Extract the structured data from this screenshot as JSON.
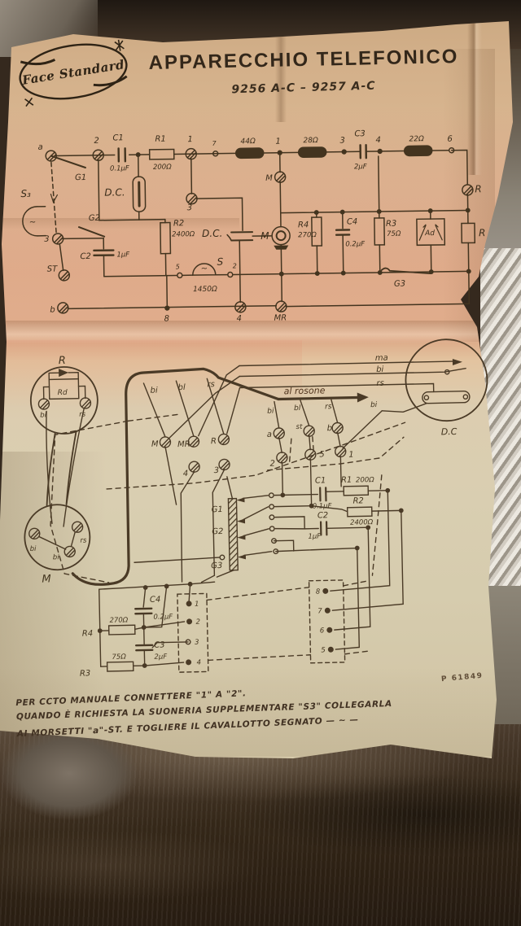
{
  "header": {
    "logo": "Face Standard",
    "title": "APPARECCHIO TELEFONICO",
    "subtitle": "9256 A-C  –  9257 A-C"
  },
  "stamp": {
    "code": "P 61849"
  },
  "notes": {
    "l1": "PER CCTO MANUALE CONNETTERE \"1\" A \"2\".",
    "l2": "QUANDO È RICHIESTA LA SUONERIA SUPPLEMENTARE \"S3\" COLLEGARLA",
    "l3": "AI MORSETTI \"a\"-ST. E TOGLIERE IL CAVALLOTTO SEGNATO — ~ —"
  },
  "colors": {
    "paper": "#d6bb97",
    "ink": "#43341f"
  },
  "labels": {
    "a": "a",
    "b": "b",
    "n1": "1",
    "n2": "2",
    "n3": "3",
    "n4": "4",
    "n5": "5",
    "n6": "6",
    "n7": "7",
    "n8": "8",
    "st_terminal": "st",
    "g1": "G1",
    "g2": "G2",
    "g3": "G3",
    "s3": "S₃",
    "st": "ST",
    "s": "S",
    "m": "M",
    "mr": "MR",
    "r": "R",
    "rd": "Rd",
    "ad": "Ad",
    "dc": "D.C.",
    "dc2": "D.C",
    "c1": "C1",
    "c1v": "0.1µF",
    "c2": "C2",
    "c2v": "1µF",
    "c3": "C3",
    "c3v": "2µF",
    "c4": "C4",
    "c4v": "0.2µF",
    "r1": "R1",
    "r1v": "200Ω",
    "r2": "R2",
    "r2v": "2400Ω",
    "r3": "R3",
    "r3v": "75Ω",
    "r4": "R4",
    "r4v": "270Ω",
    "l44": "44Ω",
    "l28": "28Ω",
    "l22": "22Ω",
    "sv": "1450Ω",
    "tilde": "~",
    "bi": "bi",
    "bl": "bl",
    "rs": "rs",
    "ma": "ma",
    "al_rosone": "al rosone"
  }
}
